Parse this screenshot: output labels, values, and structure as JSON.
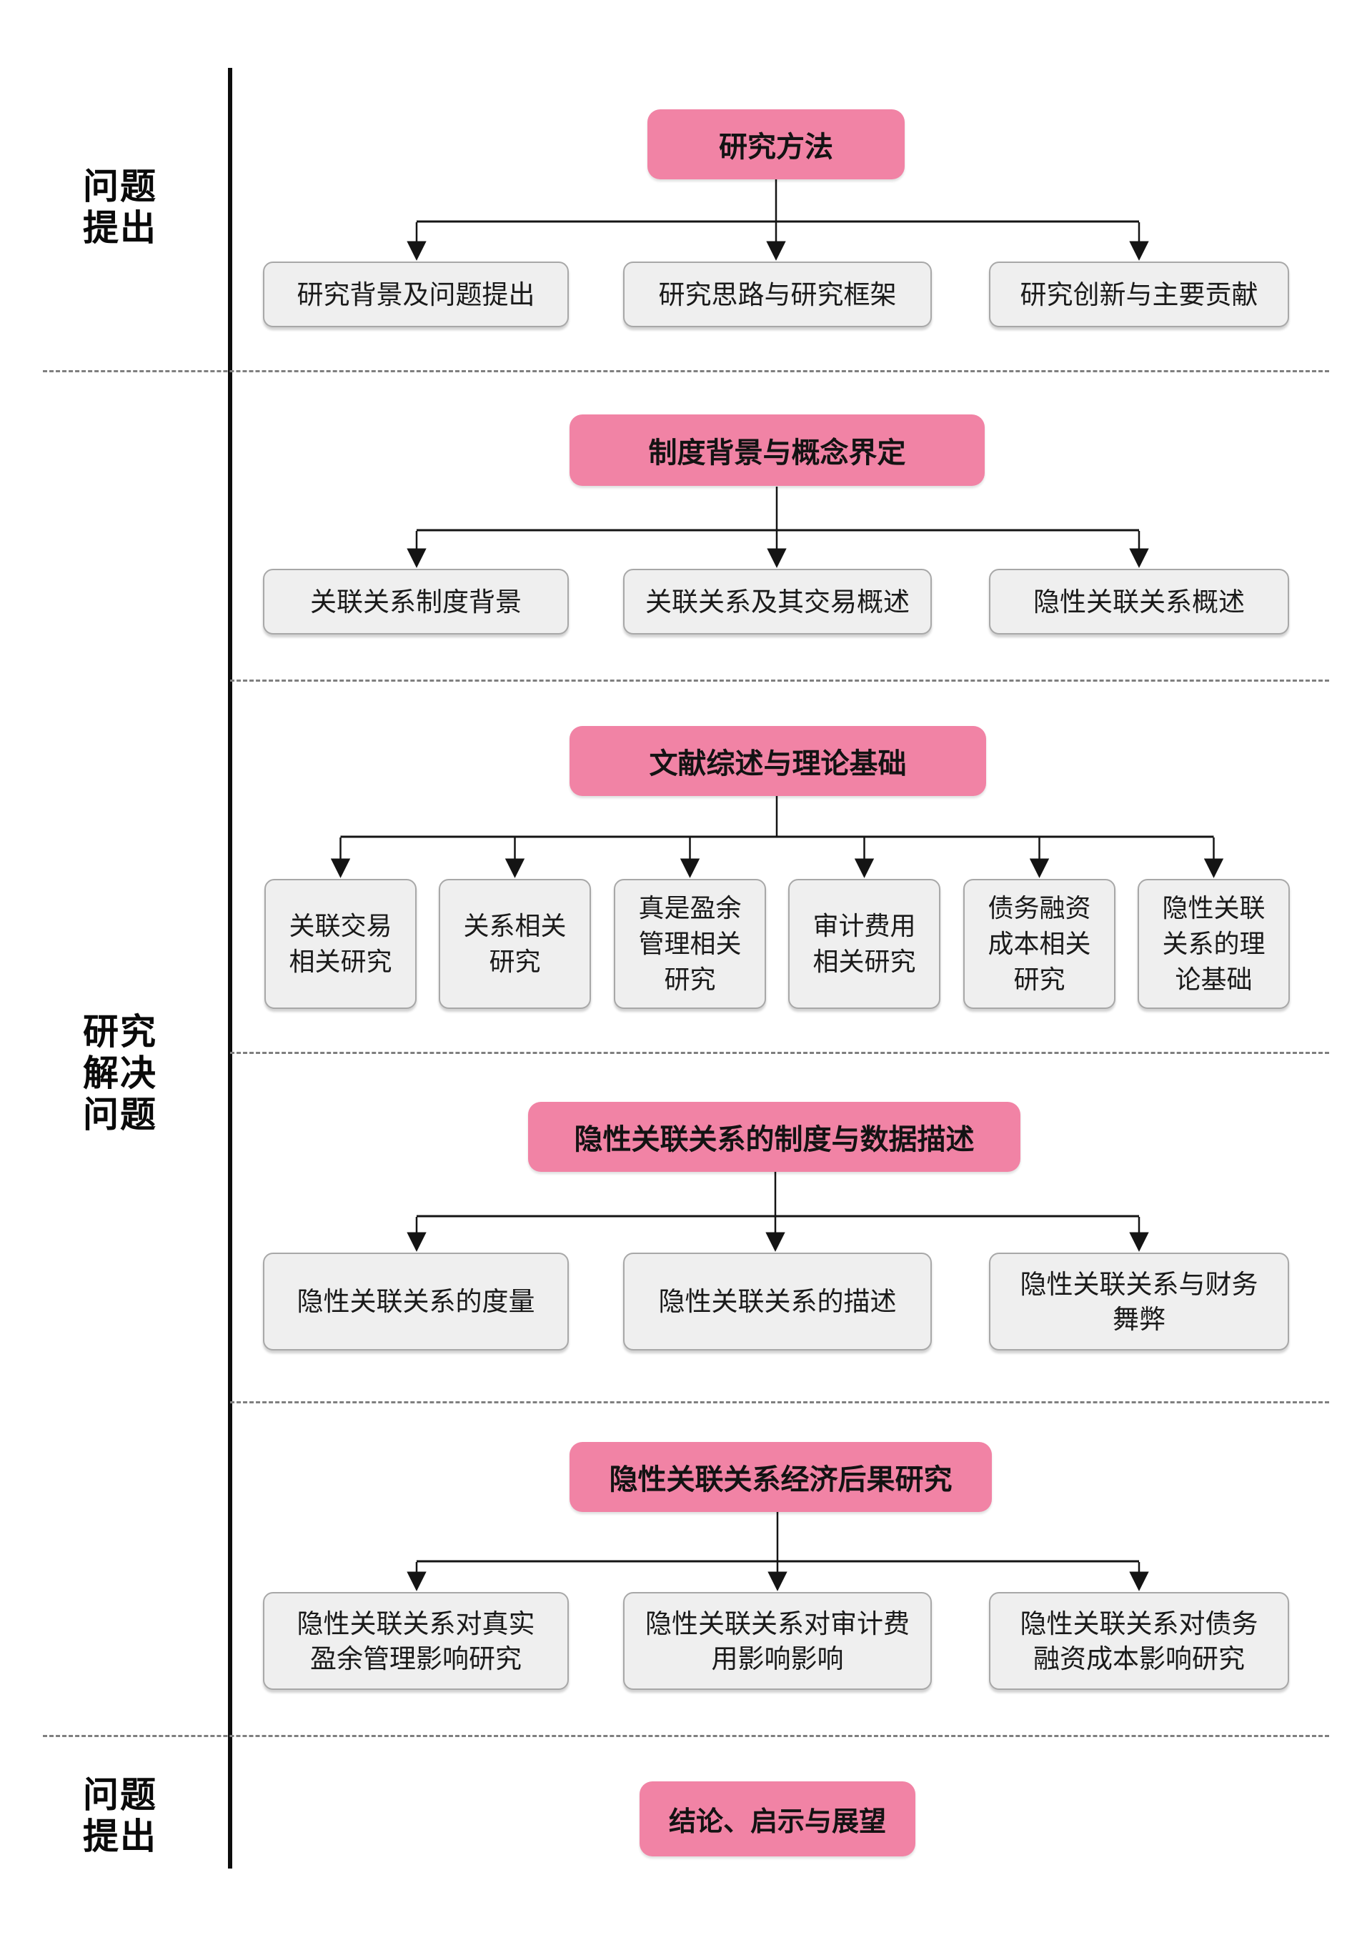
{
  "title": "论文研究框架流程图",
  "colors": {
    "header_pink": "#F183A5",
    "child_fill": "#EFEFEF",
    "child_border": "#A8A8A8",
    "spine_line": "#0D0D0D",
    "dashed_separator": "#7F7F7F"
  },
  "side_labels": [
    {
      "text": "问题\n提出"
    },
    {
      "text": "研究\n解决\n问题"
    },
    {
      "text": "问题\n提出"
    }
  ],
  "sections": [
    {
      "header": "研究方法",
      "children": [
        "研究背景及问题提出",
        "研究思路与研究框架",
        "研究创新与主要贡献"
      ]
    },
    {
      "header": "制度背景与概念界定",
      "children": [
        "关联关系制度背景",
        "关联关系及其交易概述",
        "隐性关联关系概述"
      ]
    },
    {
      "header": "文献综述与理论基础",
      "children": [
        "关联交易\n相关研究",
        "关系相关\n研究",
        "真是盈余\n管理相关\n研究",
        "审计费用\n相关研究",
        "债务融资\n成本相关\n研究",
        "隐性关联\n关系的理\n论基础"
      ]
    },
    {
      "header": "隐性关联关系的制度与数据描述",
      "children": [
        "隐性关联关系的度量",
        "隐性关联关系的描述",
        "隐性关联关系与财务\n舞弊"
      ]
    },
    {
      "header": "隐性关联关系经济后果研究",
      "children": [
        "隐性关联关系对真实\n盈余管理影响研究",
        "隐性关联关系对审计费\n用影响影响",
        "隐性关联关系对债务\n融资成本影响研究"
      ]
    },
    {
      "header": "结论、启示与展望",
      "children": []
    }
  ]
}
